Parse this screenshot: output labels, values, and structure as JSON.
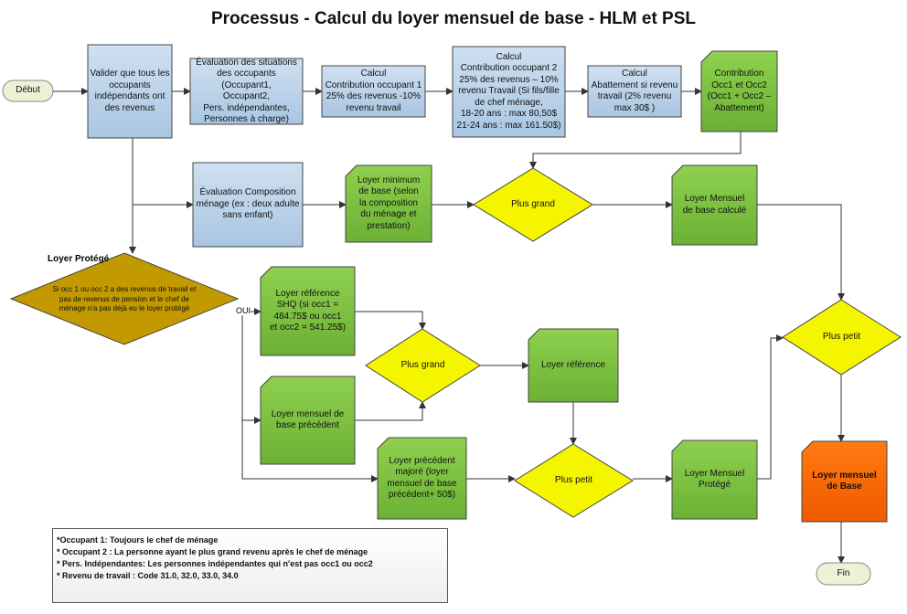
{
  "title": "Processus - Calcul du loyer mensuel de base - HLM et PSL",
  "colors": {
    "blue_box": "#b3cde6",
    "green_box": "#7cc242",
    "yellow_diamond": "#f5f500",
    "gold_diamond": "#c29a00",
    "orange_box": "#ff6600",
    "terminator": "#eef1d6"
  },
  "nodes": {
    "debut": "Début",
    "valider": "Valider que tous les\noccupants\nindépendants ont\ndes revenus",
    "evaluation_situations": "Évaluation des situations\ndes occupants (Occupant1,\nOccupant2,\nPers. indépendantes,\nPersonnes à charge)",
    "calcul_occ1": "Calcul\nContribution occupant 1\n25% des revenus -10%\nrevenu travail",
    "calcul_occ2": "Calcul\nContribution occupant 2\n25% des revenus – 10%\nrevenu Travail  (Si fils/fille\nde chef ménage,\n18-20 ans : max 80,50$\n21-24 ans : max 161.50$)",
    "calcul_abattement": "Calcul\nAbattement si revenu\ntravail (2% revenu\nmax 30$ )",
    "contribution": "Contribution\nOcc1 et Occ2\n(Occ1 + Occ2 –\nAbattement)",
    "evaluation_composition": "Évaluation Composition\nménage (ex : deux adulte\nsans enfant)",
    "loyer_minimum": "Loyer minimum\nde base (selon\nla composition\ndu ménage et\nprestation)",
    "plus_grand_1": "Plus grand",
    "loyer_mensuel_calcule": "Loyer Mensuel\nde base calculé",
    "plus_petit_1": "Plus petit",
    "loyer_protege_label": "Loyer Protégé",
    "loyer_protege_condition": "Si occ 1 ou occ 2 a des revenus de travail et\npas de revenus de pension et le chef de\nménage n'a pas déjà eu le loyer protégé",
    "oui": "OUI",
    "loyer_reference_shq": "Loyer référence\nSHQ (si occ1 =\n484.75$ ou occ1\net occ2 = 541.25$)",
    "loyer_mensuel_precedent": "Loyer mensuel de\nbase précédent",
    "plus_grand_2": "Plus grand",
    "loyer_reference": "Loyer référence",
    "plus_petit_2": "Plus petit",
    "loyer_precedent_majore": "Loyer précédent\nmajoré (loyer\nmensuel de base\nprécédent+ 50$)",
    "loyer_mensuel_protege": "Loyer Mensuel\nProtégé",
    "loyer_mensuel_base": "Loyer mensuel\nde Base",
    "fin": "Fin"
  },
  "notes": [
    "*Occupant 1:  Toujours le chef de ménage",
    "* Occupant 2 : La personne ayant le plus grand revenu après le chef de ménage",
    "* Pers. Indépendantes: Les personnes indépendantes qui n'est pas occ1 ou occ2",
    "* Revenu de travail : Code 31.0, 32.0, 33.0, 34.0"
  ]
}
